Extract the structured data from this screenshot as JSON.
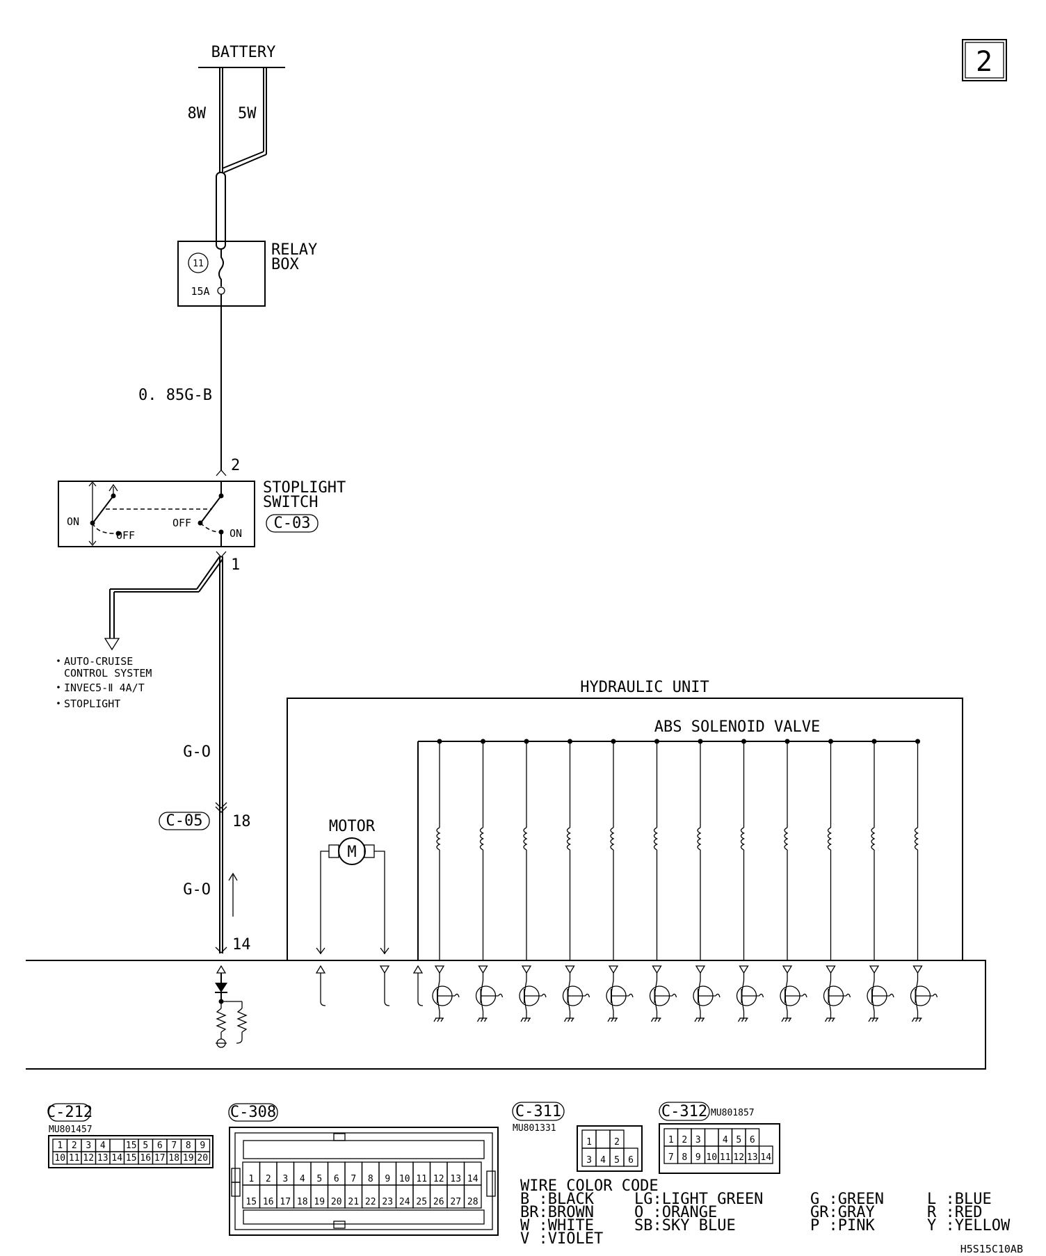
{
  "page_number": "2",
  "battery": {
    "label": "BATTERY",
    "wire_a": "8W",
    "wire_b": "5W"
  },
  "relay_box": {
    "label_line1": "RELAY",
    "label_line2": "BOX",
    "fuse_number": "11",
    "fuse_rating": "15A"
  },
  "wire_relay_to_switch": "0. 85G-B",
  "stoplight_switch": {
    "label_line1": "STOPLIGHT",
    "label_line2": "SWITCH",
    "connector": "C-03",
    "pin_top": "2",
    "pin_bottom": "1",
    "contact_on_left": "ON",
    "contact_off_left": "OFF",
    "contact_off_right": "OFF",
    "contact_on_right": "ON"
  },
  "branch_destinations": [
    "AUTO-CRUISE",
    "CONTROL SYSTEM",
    "INVEC5-Ⅱ 4A/T",
    "STOPLIGHT"
  ],
  "wire_to_c05": "G-O",
  "connector_c05": {
    "label": "C-05",
    "pin": "18"
  },
  "wire_to_ecu": "G-O",
  "ecu_pin": "14",
  "hydraulic_unit": {
    "label": "HYDRAULIC UNIT",
    "motor_label": "MOTOR",
    "motor_symbol": "M",
    "valve_label": "ABS SOLENOID VALVE",
    "valve_count": 12
  },
  "connectors": {
    "c212": {
      "label": "C-212",
      "part_no": "MU801457",
      "row1": [
        "1",
        "2",
        "3",
        "4",
        "",
        "15",
        "5",
        "6",
        "7",
        "8",
        "9"
      ],
      "row2": [
        "10",
        "11",
        "12",
        "13",
        "14",
        "15",
        "16",
        "17",
        "18",
        "19",
        "20"
      ]
    },
    "c308": {
      "label": "C-308",
      "row1": [
        "1",
        "2",
        "3",
        "4",
        "5",
        "6",
        "7",
        "8",
        "9",
        "10",
        "11",
        "12",
        "13",
        "14"
      ],
      "row2": [
        "15",
        "16",
        "17",
        "18",
        "19",
        "20",
        "21",
        "22",
        "23",
        "24",
        "25",
        "26",
        "27",
        "28"
      ]
    },
    "c311": {
      "label": "C-311",
      "part_no": "MU801331",
      "row1": [
        "1",
        "",
        "2"
      ],
      "row2": [
        "3",
        "4",
        "5",
        "6"
      ]
    },
    "c312": {
      "label": "C-312",
      "part_no": "MU801857",
      "row1": [
        "1",
        "2",
        "3",
        "",
        "4",
        "5",
        "6"
      ],
      "row2": [
        "7",
        "8",
        "9",
        "10",
        "11",
        "12",
        "13",
        "14"
      ]
    }
  },
  "wire_color_code": {
    "title": "WIRE COLOR CODE",
    "col1": [
      "B :BLACK",
      "BR:BROWN",
      "W :WHITE",
      "V :VIOLET"
    ],
    "col2": [
      "LG:LIGHT GREEN",
      "O :ORANGE",
      "SB:SKY BLUE"
    ],
    "col3": [
      "G :GREEN",
      "GR:GRAY",
      "P :PINK"
    ],
    "col4": [
      "L :BLUE",
      "R :RED",
      "Y :YELLOW"
    ]
  },
  "figure_code": "H5S15C10AB"
}
